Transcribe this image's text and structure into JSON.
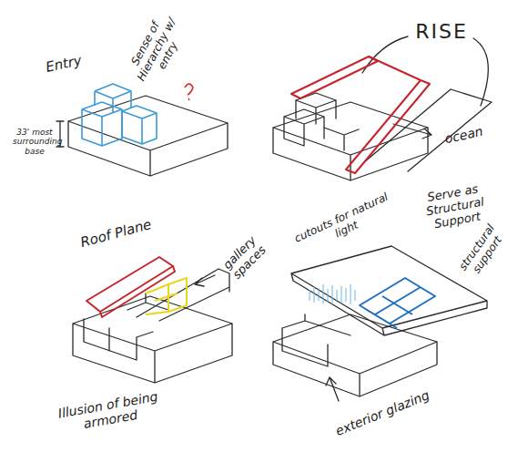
{
  "diagram": {
    "labels": [
      "Entry",
      "Sense of Hierarchy w/ entry",
      "RISE",
      "33' most surrounding base",
      "ocean",
      "Serve as Structural Support",
      "Roof Plane",
      "gallery spaces",
      "cutouts for natural light",
      "structural support",
      "exterior glazing",
      "Illusion of being armored"
    ]
  }
}
